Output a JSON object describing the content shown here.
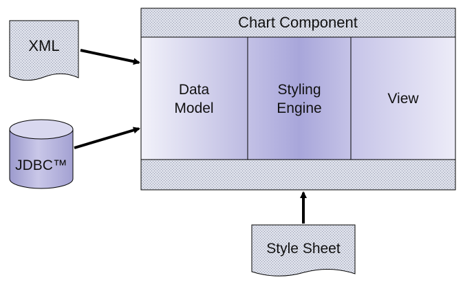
{
  "component": {
    "title": "Chart Component",
    "sections": [
      {
        "line1": "Data",
        "line2": "Model"
      },
      {
        "line1": "Styling",
        "line2": "Engine"
      },
      {
        "line1": "View",
        "line2": ""
      }
    ]
  },
  "inputs": {
    "xml_label": "XML",
    "jdbc_label": "JDBC™"
  },
  "stylesheet": {
    "label": "Style Sheet"
  },
  "colors": {
    "outline": "#000000",
    "hatch_fill": "#d8dbe6",
    "hatch_dots": "#8a8fa6",
    "section_light": "#dfe0f2",
    "section_dark": "#a9a7d8",
    "cylinder_body": "#b6b4d8",
    "arrow": "#000000"
  }
}
